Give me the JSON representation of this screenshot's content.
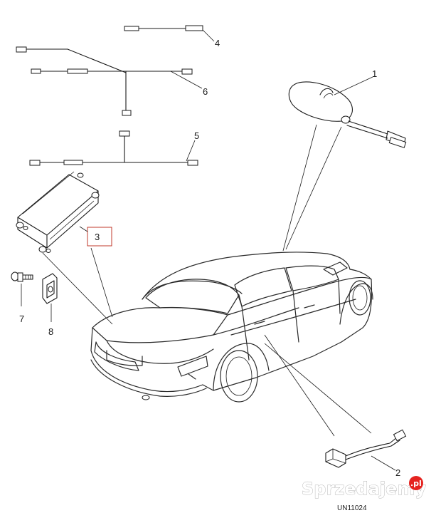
{
  "callouts": {
    "c1": "1",
    "c2": "2",
    "c3": "3",
    "c4": "4",
    "c5": "5",
    "c6": "6",
    "c7": "7",
    "c8": "8"
  },
  "drawing_code": "UN11024",
  "watermark": {
    "text": "Sprzedajemy",
    "domain": ".pl",
    "accent": "#e52420"
  },
  "highlight_color": "#c0392b"
}
